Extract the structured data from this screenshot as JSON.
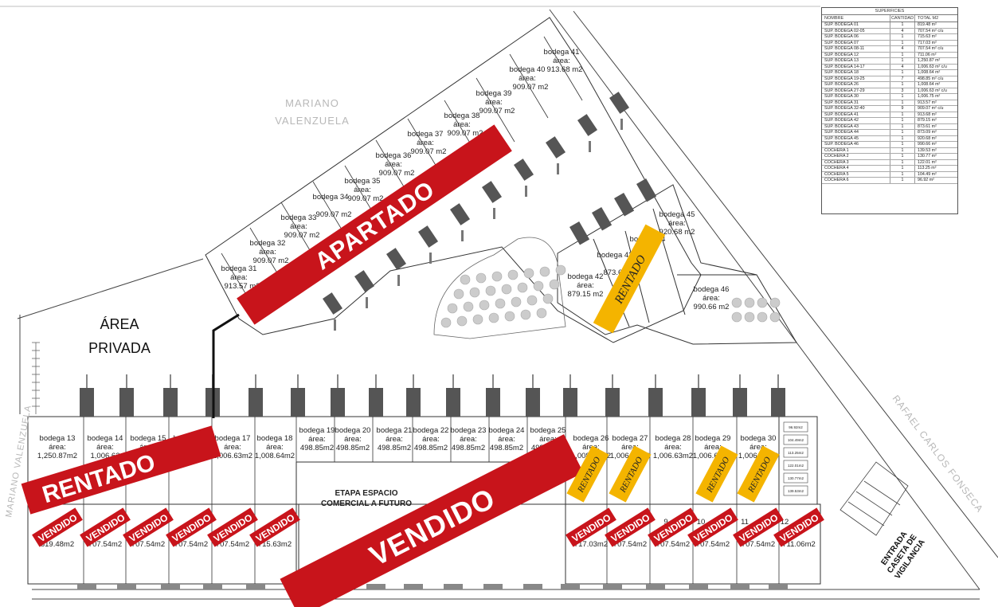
{
  "colors": {
    "red": "#c8141b",
    "yellow": "#f4b400",
    "line": "#333333",
    "road_text": "#b8b8b8"
  },
  "labels": {
    "area_privada_1": "ÁREA",
    "area_privada_2": "PRIVADA",
    "mariano_valenzuela_1": "MARIANO",
    "mariano_valenzuela_2": "VALENZUELA",
    "mariano_side": "MARIANO VALENZUELA",
    "rafael_carlos": "RAFAEL CARLOS FONSECA",
    "etapa_1": "ETAPA ESPACIO",
    "etapa_2": "COMERCIAL A FUTURO",
    "entrada_1": "ENTRADA",
    "entrada_2": "CASETA DE",
    "entrada_3": "VIGILANCIA"
  },
  "stamps": {
    "apartado": "APARTADO",
    "rentado": "RENTADO",
    "vendido": "VENDIDO",
    "small_vendido": "VENDIDO",
    "yellow": "RENTADO"
  },
  "lots_upper": [
    {
      "name": "bodega 31",
      "area_label": "área:",
      "area": "913.57 m2"
    },
    {
      "name": "bodega 32",
      "area_label": "área:",
      "area": "909.07 m2"
    },
    {
      "name": "bodega 33",
      "area_label": "área:",
      "area": "909.07 m2"
    },
    {
      "name": "bodega 34",
      "area_label": "",
      "area": "909.07 m2"
    },
    {
      "name": "bodega 35",
      "area_label": "área:",
      "area": "909.07 m2"
    },
    {
      "name": "bodega 36",
      "area_label": "área:",
      "area": "909.07 m2"
    },
    {
      "name": "bodega 37",
      "area_label": "área:",
      "area": "909.07 m2"
    },
    {
      "name": "bodega 38",
      "area_label": "área:",
      "area": "909.07 m2"
    },
    {
      "name": "bodega 39",
      "area_label": "área:",
      "area": "909.07 m2"
    },
    {
      "name": "bodega 40",
      "area_label": "área:",
      "area": "909.07 m2"
    },
    {
      "name": "bodega 41",
      "area_label": "área:",
      "area": "913.68 m2"
    }
  ],
  "lots_right": [
    {
      "name": "bodega 42",
      "area_label": "área:",
      "area": "879.15 m2"
    },
    {
      "name": "bodega 43",
      "area_label": "",
      "area": "873.61"
    },
    {
      "name": "bodega 44",
      "area_label": "",
      "area": "m2"
    },
    {
      "name": "bodega 45",
      "area_label": "área:",
      "area": "920.68 m2"
    },
    {
      "name": "bodega 46",
      "area_label": "área:",
      "area": "990.66 m2"
    }
  ],
  "lots_middle": [
    {
      "name": "bodega 13",
      "area_label": "área:",
      "area": "1,250.87m2"
    },
    {
      "name": "bodega 14",
      "area_label": "área:",
      "area": "1,006.63"
    },
    {
      "name": "bodega 15",
      "area_label": "área:",
      "area": "1,006.63"
    },
    {
      "name": "bodega 16",
      "area_label": "área:",
      "area": "1,006.63"
    },
    {
      "name": "bodega 17",
      "area_label": "área:",
      "area": "1,006.63m2"
    },
    {
      "name": "bodega 18",
      "area_label": "área:",
      "area": "1,008.64m2"
    },
    {
      "name": "bodega 19",
      "area_label": "área:",
      "area": "498.85m2"
    },
    {
      "name": "bodega 20",
      "area_label": "área:",
      "area": "498.85m2"
    },
    {
      "name": "bodega 21",
      "area_label": "área:",
      "area": "498.85m2"
    },
    {
      "name": "bodega 22",
      "area_label": "área:",
      "area": "498.85m2"
    },
    {
      "name": "bodega 23",
      "area_label": "área:",
      "area": "498.85m2"
    },
    {
      "name": "bodega 24",
      "area_label": "área:",
      "area": "498.85m2"
    },
    {
      "name": "bodega 25",
      "area_label": "área:",
      "area": "498.85m2"
    },
    {
      "name": "bodega 26",
      "area_label": "área:",
      "area": "1,008.64m2"
    },
    {
      "name": "bodega 27",
      "area_label": "área:",
      "area": "1,006.63m2"
    },
    {
      "name": "bodega 28",
      "area_label": "área:",
      "area": "1,006.63m2"
    },
    {
      "name": "bodega 29",
      "area_label": "área:",
      "area": "1,006.63m2"
    },
    {
      "name": "bodega 30",
      "area_label": "área:",
      "area": "1,006.75m2"
    }
  ],
  "lots_bottom_left": [
    {
      "area": "819.48m2"
    },
    {
      "area": "707.54m2"
    },
    {
      "area": "707.54m2"
    },
    {
      "area": "707.54m2"
    },
    {
      "area": "707.54m2"
    },
    {
      "area": "715.63m2"
    },
    {
      "area": ""
    }
  ],
  "lots_bottom_right": [
    {
      "area": "717.03m2"
    },
    {
      "area": "707.54m2"
    },
    {
      "area": "707.54m2"
    },
    {
      "area": "707.54m2"
    },
    {
      "area": "707.54m2"
    },
    {
      "area": "711.06m2"
    }
  ],
  "bottom_right_numbers": [
    "9",
    "10",
    "11",
    "12"
  ],
  "summary": {
    "caption": "SUPERFICIES",
    "headers": [
      "NOMBRE",
      "CANTIDAD",
      "TOTAL M2"
    ],
    "rows": [
      [
        "SUP. BODEGA 01",
        "1",
        "819.48 m²"
      ],
      [
        "SUP. BODEGA 02-05",
        "4",
        "707.54 m² c/u"
      ],
      [
        "SUP. BODEGA 06",
        "1",
        "715.63 m²"
      ],
      [
        "SUP. BODEGA 07",
        "1",
        "717.03 m²"
      ],
      [
        "SUP. BODEGA 08-11",
        "4",
        "707.54 m² c/u"
      ],
      [
        "SUP. BODEGA 12",
        "1",
        "711.06 m²"
      ],
      [
        "SUP. BODEGA 13",
        "1",
        "1,250.87 m²"
      ],
      [
        "SUP. BODEGA 14-17",
        "4",
        "1,006.63 m² c/u"
      ],
      [
        "SUP. BODEGA 18",
        "1",
        "1,008.64 m²"
      ],
      [
        "SUP. BODEGA 19-25",
        "7",
        "498.85 m² c/u"
      ],
      [
        "SUP. BODEGA 26",
        "1",
        "1,008.64 m²"
      ],
      [
        "SUP. BODEGA 27-29",
        "3",
        "1,006.63 m² c/u"
      ],
      [
        "SUP. BODEGA 30",
        "1",
        "1,006.75 m²"
      ],
      [
        "SUP. BODEGA 31",
        "1",
        "913.57 m²"
      ],
      [
        "SUP. BODEGA 32-40",
        "9",
        "909.07 m² c/u"
      ],
      [
        "SUP. BODEGA 41",
        "1",
        "913.68 m²"
      ],
      [
        "SUP. BODEGA 42",
        "1",
        "879.15 m²"
      ],
      [
        "SUP. BODEGA 43",
        "1",
        "873.61 m²"
      ],
      [
        "SUP. BODEGA 44",
        "1",
        "873.09 m²"
      ],
      [
        "SUP. BODEGA 45",
        "1",
        "920.68 m²"
      ],
      [
        "SUP. BODEGA 46",
        "1",
        "990.66 m²"
      ],
      [
        "COCHERA 1",
        "1",
        "139.53 m²"
      ],
      [
        "COCHERA 2",
        "1",
        "130.77 m²"
      ],
      [
        "COCHERA 3",
        "1",
        "122.01 m²"
      ],
      [
        "COCHERA 4",
        "1",
        "113.25 m²"
      ],
      [
        "COCHERA 5",
        "1",
        "104.49 m²"
      ],
      [
        "COCHERA 6",
        "1",
        "96.92 m²"
      ]
    ]
  },
  "cocheras": [
    "96.92m2",
    "104.49m2",
    "113.25m2",
    "122.01m2",
    "130.77m2",
    "139.53m2"
  ]
}
